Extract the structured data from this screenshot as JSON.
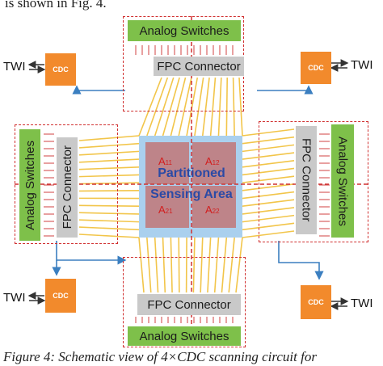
{
  "header_text": "is shown in Fig. 4.",
  "caption": "Figure 4: Schematic view of 4×CDC scanning circuit for",
  "labels": {
    "analog_switches": "Analog Switches",
    "fpc_connector": "FPC Connector",
    "cdc": "CDC",
    "twi": "TWI",
    "partitioned": "Partitioned",
    "sensing_area": "Sensing Area",
    "a11": "A",
    "a11_sub": "11",
    "a12": "A",
    "a12_sub": "12",
    "a21": "A",
    "a21_sub": "21",
    "a22": "A",
    "a22_sub": "22"
  },
  "colors": {
    "switch_green": "#7ec04a",
    "connector_gray": "#c9c9c9",
    "cdc_orange": "#f28a2c",
    "wire_yellow": "#f2c54a",
    "sensing_blue": "#aad0ee",
    "dash_red": "#d03030",
    "arrow_blue": "#3b7fc0"
  }
}
